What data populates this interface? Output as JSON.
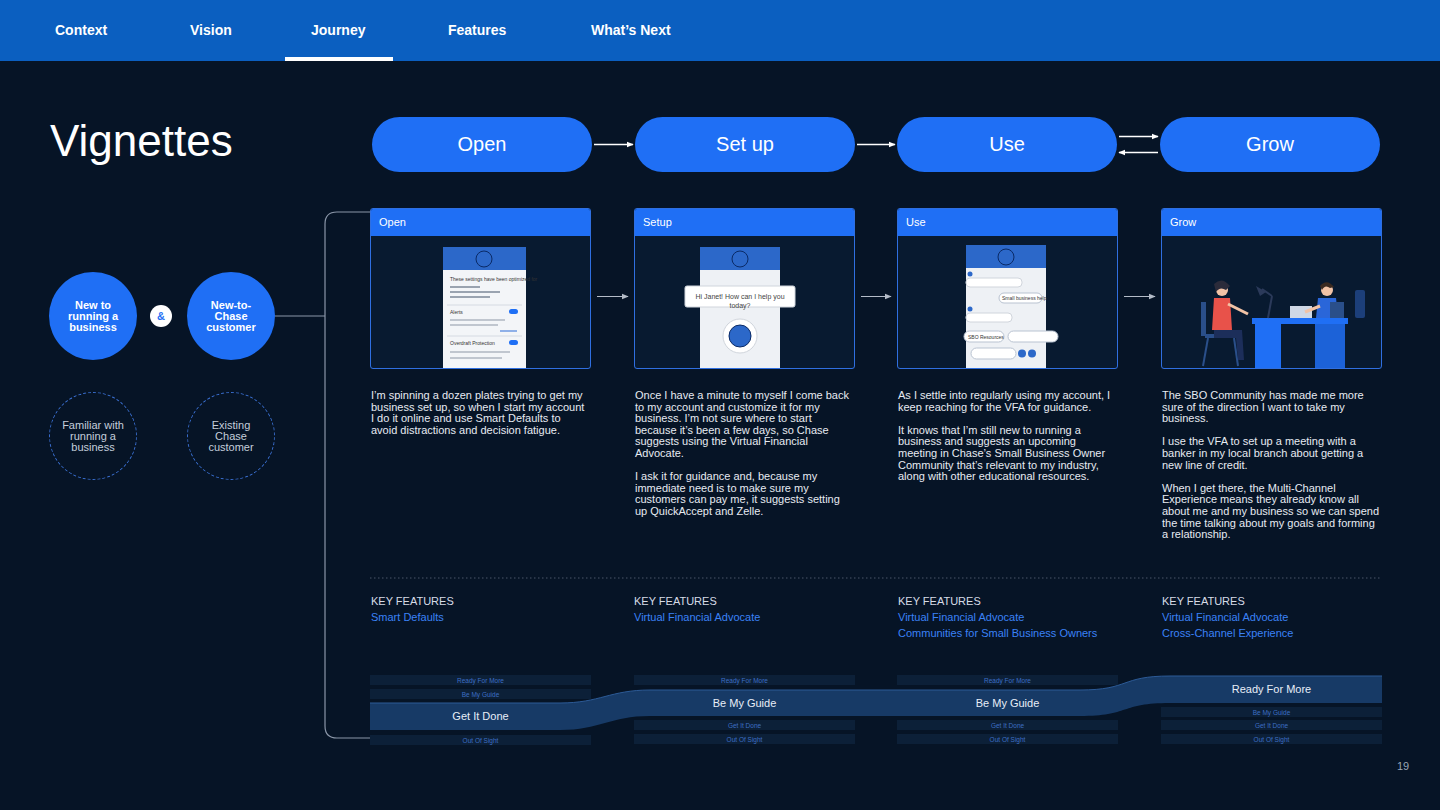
{
  "diagram": {
    "title": "Vignettes",
    "nodes": [
      {
        "text": [
          "Open"
        ]
      },
      {
        "text": [
          "Set up"
        ]
      },
      {
        "text": [
          "Use"
        ]
      },
      {
        "text": [
          "Grow"
        ]
      },
      {
        "text": [
          "New to running a business"
        ]
      },
      {
        "text": [
          "&"
        ]
      },
      {
        "text": [
          "New-to-Chase customer"
        ]
      },
      {
        "text": [
          "Familiar with running a business"
        ]
      },
      {
        "text": [
          "Existing Chase customer"
        ]
      },
      {
        "text": [
          "Open"
        ]
      },
      {
        "text": [
          "Setup"
        ]
      },
      {
        "text": [
          "Use"
        ]
      },
      {
        "text": [
          "Grow"
        ]
      }
    ],
    "edges": [
      {
        "from": 0,
        "to": 1,
        "arrow": "to"
      },
      {
        "from": 1,
        "to": 2,
        "arrow": "to"
      },
      {
        "from": 2,
        "to": 3,
        "arrow": "to"
      },
      {
        "from": 3,
        "to": 2,
        "arrow": "to"
      },
      {
        "from": 9,
        "to": 10,
        "arrow": "to"
      },
      {
        "from": 10,
        "to": 11,
        "arrow": "to"
      },
      {
        "from": 11,
        "to": 12,
        "arrow": "to"
      }
    ],
    "labels": [
      "Context",
      "Vision",
      "Journey",
      "Features",
      "What’s Next",
      "I’m spinning a dozen plates trying to get my business set up, so when I start my account I do it online and use Smart Defaults to avoid distractions and decision fatigue.",
      "Once I have a minute to myself I come back to my account and customize it for my business. I’m not sure where to start because it’s been a few days, so Chase suggests using the Virtual Financial Advocate.",
      "I ask it for guidance and, because my immediate need is to make sure my customers can pay me, it suggests setting up QuickAccept and Zelle.",
      "As I settle into regularly using my account, I keep reaching for the VFA for guidance.",
      "It knows that I’m still new to running a business and suggests an upcoming meeting in Chase’s Small Business Owner Community that’s relevant to my industry, along with other educational resources.",
      "The SBO Community has made me more sure of the direction I want to take my business.",
      "I use the VFA to set up a meeting with a banker in my local branch about getting a new line of credit.",
      "When I get there, the Multi-Channel Experience means they already know all about me and my business so we can spend the time talking about my goals and forming a relationship.",
      "KEY FEATURES",
      "Smart Defaults",
      "KEY FEATURES",
      "Virtual Financial Advocate",
      "KEY FEATURES",
      "Virtual Financial Advocate",
      "Communities for Small Business Owners",
      "KEY FEATURES",
      "Virtual Financial Advocate",
      "Cross-Channel Experience",
      "Ready For More",
      "Be My Guide",
      "Get It Done",
      "Out Of Sight",
      "Ready For More",
      "Be My Guide",
      "Get It Done",
      "Out Of Sight",
      "Ready For More",
      "Be My Guide",
      "Get It Done",
      "Out Of Sight",
      "Ready For More",
      "Be My Guide",
      "Get It Done",
      "Out Of Sight",
      "These settings have been optimized for",
      "Alerts",
      "Overdraft Protection",
      "Hi Janet! How can I help you today?",
      "Small business help",
      "SBO Resources",
      "19"
    ]
  }
}
